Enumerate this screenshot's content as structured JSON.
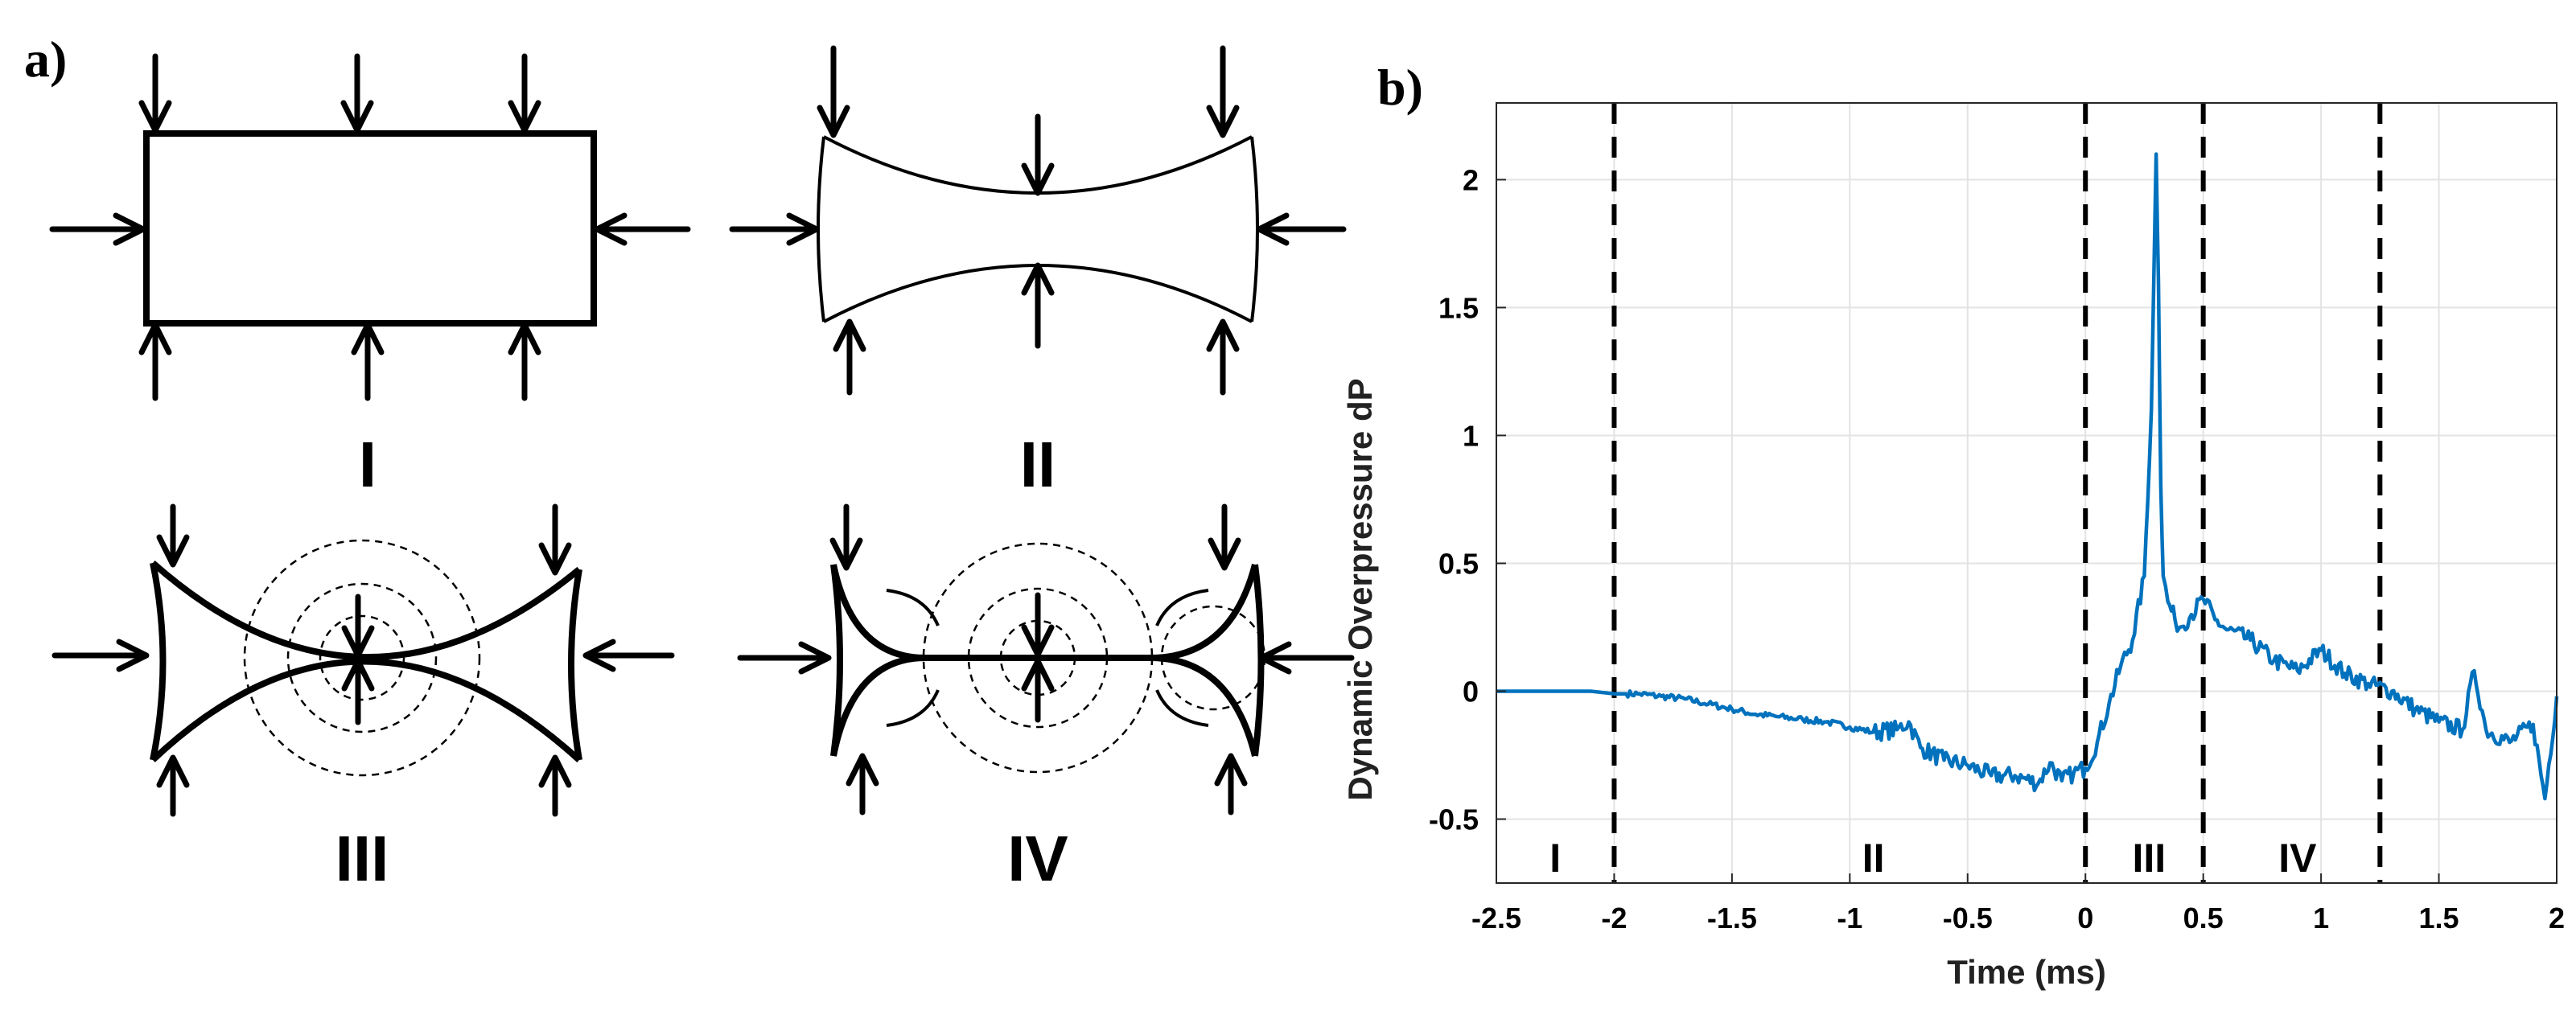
{
  "panel_a": {
    "label": "a)",
    "stages": [
      "I",
      "II",
      "III",
      "IV"
    ]
  },
  "panel_b": {
    "label": "b)"
  },
  "chart_data": {
    "type": "line",
    "title": "",
    "xlabel": "Time (ms)",
    "ylabel": "Dynamic Overpressure dP",
    "xlim": [
      -2.5,
      2
    ],
    "ylim": [
      -0.75,
      2.3
    ],
    "xticks": [
      -2.5,
      -2,
      -1.5,
      -1,
      -0.5,
      0,
      0.5,
      1,
      1.5,
      2
    ],
    "xtick_labels": [
      "-2.5",
      "-2",
      "-1.5",
      "-1",
      "-0.5",
      "0",
      "0.5",
      "1",
      "1.5",
      "2"
    ],
    "yticks": [
      -0.5,
      0,
      0.5,
      1,
      1.5,
      2
    ],
    "ytick_labels": [
      "-0.5",
      "0",
      "0.5",
      "1",
      "1.5",
      "2"
    ],
    "grid": true,
    "line_color": "#0072BD",
    "series": [
      {
        "x": [
          -2.5,
          -2.3,
          -2.1,
          -2.0,
          -1.9,
          -1.8,
          -1.7,
          -1.6,
          -1.5,
          -1.4,
          -1.3,
          -1.2,
          -1.1,
          -1.0,
          -0.9,
          -0.8,
          -0.75,
          -0.7,
          -0.6,
          -0.5,
          -0.4,
          -0.3,
          -0.2,
          -0.15,
          -0.1,
          -0.05,
          0.0,
          0.05,
          0.1,
          0.15,
          0.2,
          0.25,
          0.28,
          0.3,
          0.31,
          0.32,
          0.33,
          0.35,
          0.38,
          0.4,
          0.45,
          0.5,
          0.55,
          0.6,
          0.7,
          0.8,
          0.9,
          1.0,
          1.1,
          1.2,
          1.3,
          1.4,
          1.5,
          1.6,
          1.65,
          1.7,
          1.8,
          1.9,
          1.95,
          2.0
        ],
        "y": [
          0.0,
          0.0,
          0.0,
          -0.01,
          -0.01,
          -0.02,
          -0.03,
          -0.05,
          -0.07,
          -0.09,
          -0.1,
          -0.11,
          -0.12,
          -0.14,
          -0.16,
          -0.15,
          -0.12,
          -0.22,
          -0.27,
          -0.29,
          -0.33,
          -0.33,
          -0.36,
          -0.28,
          -0.35,
          -0.32,
          -0.3,
          -0.2,
          -0.05,
          0.1,
          0.2,
          0.45,
          1.1,
          2.1,
          1.6,
          0.8,
          0.45,
          0.35,
          0.28,
          0.25,
          0.3,
          0.36,
          0.28,
          0.24,
          0.2,
          0.12,
          0.08,
          0.16,
          0.07,
          0.03,
          0.0,
          -0.07,
          -0.12,
          -0.15,
          0.08,
          -0.15,
          -0.2,
          -0.13,
          -0.42,
          -0.02
        ]
      }
    ],
    "vlines": [
      {
        "x": -2,
        "style": "dashed"
      },
      {
        "x": 0,
        "style": "dashed"
      },
      {
        "x": 0.5,
        "style": "dashed"
      },
      {
        "x": 1.25,
        "style": "dashed"
      }
    ],
    "annotations": [
      {
        "text": "I",
        "x": -2.25,
        "y": -0.65
      },
      {
        "text": "II",
        "x": -0.9,
        "y": -0.65
      },
      {
        "text": "III",
        "x": 0.27,
        "y": -0.65
      },
      {
        "text": "IV",
        "x": 0.9,
        "y": -0.65
      }
    ]
  }
}
